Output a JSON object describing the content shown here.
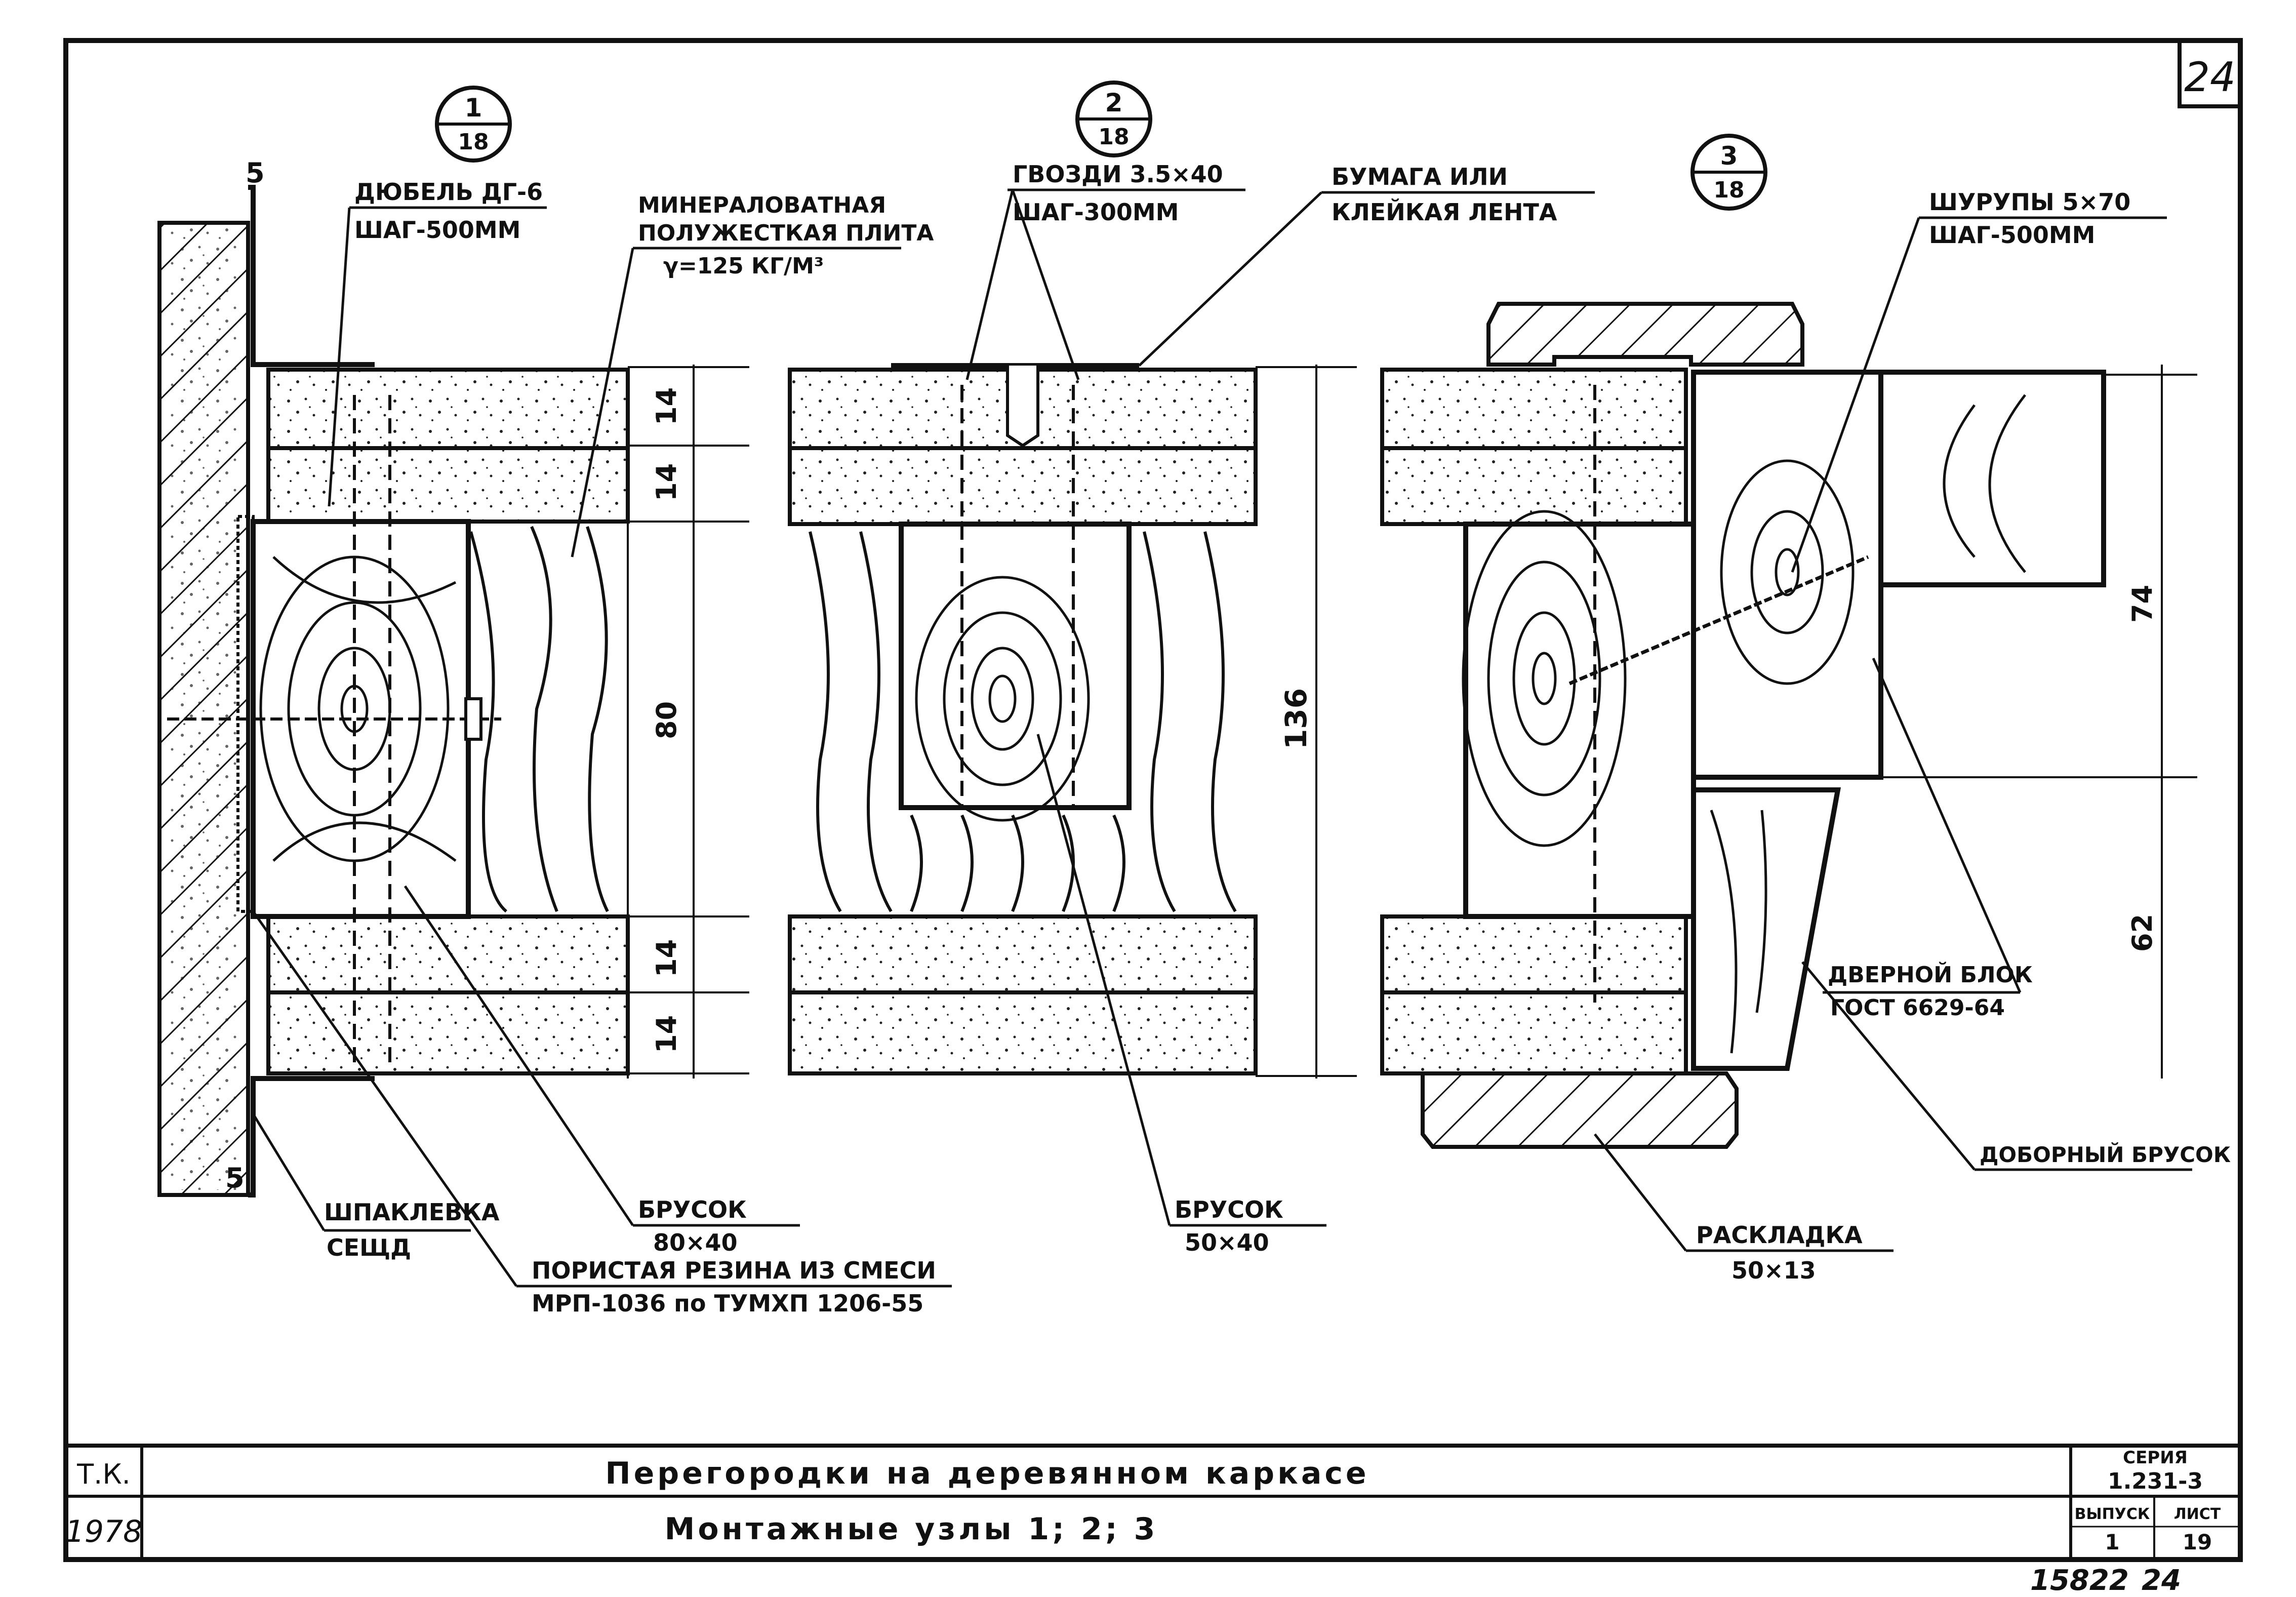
{
  "sheet": {
    "sheet_number": "24",
    "stamp_number": "15822",
    "stamp_page": "24"
  },
  "node_markers": [
    {
      "num": "1",
      "sheet": "18"
    },
    {
      "num": "2",
      "sheet": "18"
    },
    {
      "num": "3",
      "sheet": "18"
    }
  ],
  "labels": {
    "dowel_1": "ДЮБЕЛЬ ДГ-6",
    "dowel_2": "ШАГ-500ММ",
    "mineral_1": "МИНЕРАЛОВАТНАЯ",
    "mineral_2": "ПОЛУЖЕСТКАЯ ПЛИТА",
    "mineral_3": "γ=125 КГ/М³",
    "nails_1": "ГВОЗДИ 3.5×40",
    "nails_2": "ШАГ-300ММ",
    "paper_1": "БУМАГА ИЛИ",
    "paper_2": "КЛЕЙКАЯ ЛЕНТА",
    "screws_1": "ШУРУПЫ 5×70",
    "screws_2": "ШАГ-500ММ",
    "putty_1": "ШПАКЛЕВКА",
    "putty_2": "СЕЩД",
    "bar1_1": "БРУСОК",
    "bar1_2": "80×40",
    "rubber_1": "ПОРИСТАЯ РЕЗИНА ИЗ СМЕСИ",
    "rubber_2": "МРП-1036 по ТУМХП 1206-55",
    "bar2_1": "БРУСОК",
    "bar2_2": "50×40",
    "casing_1": "РАСКЛАДКА",
    "casing_2": "50×13",
    "door_1": "ДВЕРНОЙ БЛОК",
    "door_2": "ГОСТ 6629-64",
    "extra_bar": "ДОБОРНЫЙ БРУСОК"
  },
  "dimensions": {
    "d14a": "14",
    "d14b": "14",
    "d80": "80",
    "d14c": "14",
    "d14d": "14",
    "d136": "136",
    "d74": "74",
    "d62": "62",
    "d5top": "5",
    "d5bot": "5"
  },
  "title_block": {
    "tk": "Т.К.",
    "year": "1978",
    "title": "Перегородки на деревянном каркасе",
    "subtitle": "Монтажные узлы 1; 2; 3",
    "series_label": "СЕРИЯ",
    "series_value": "1.231-3",
    "issue_label": "ВЫПУСК",
    "issue_value": "1",
    "sheet_label": "ЛИСТ",
    "sheet_value": "19"
  }
}
